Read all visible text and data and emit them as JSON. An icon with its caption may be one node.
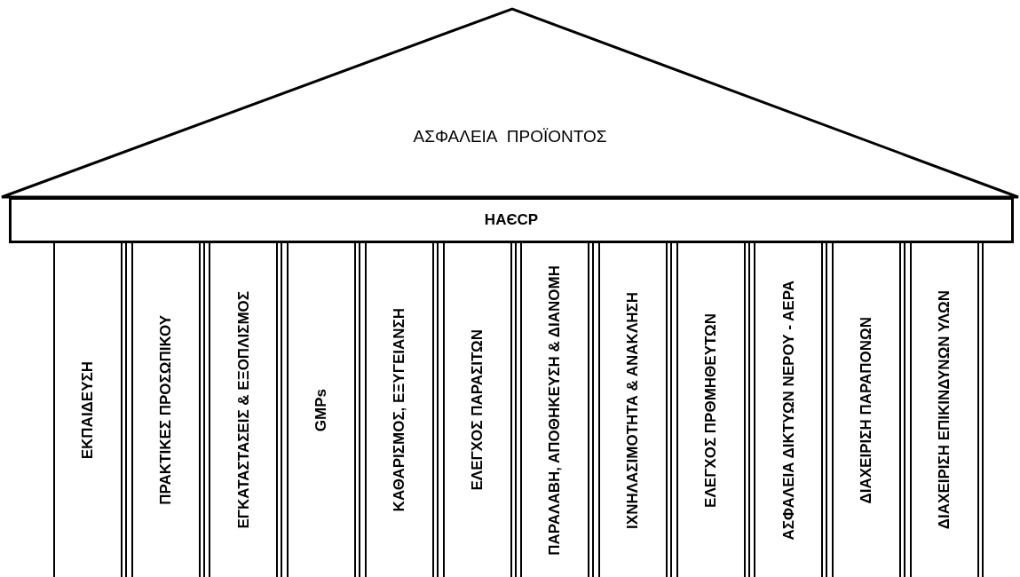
{
  "diagram": {
    "nodes": [
      {
        "text": [
          "ΑΣΦΑΛΕΙΑ ΠΡΟΪΟΝΤΟΣ"
        ]
      },
      {
        "text": [
          "ΗΑЄCP"
        ]
      },
      {
        "text": [
          "ΕΚΠΑΙΔΕΥΣΗ"
        ]
      },
      {
        "text": [
          "ΠΡΑΚΤΙΚΕΣ ΠΡΟΣΩΠΙΚΟΥ"
        ]
      },
      {
        "text": [
          "ΕΓΚΑΤΑΣΤΑΣΕΙΣ & ΕΞΟΠΛΙΣΜΟΣ"
        ]
      },
      {
        "text": [
          "GMPs"
        ]
      },
      {
        "text": [
          "ΚΑΘΑΡΙΣΜΟΣ, ΕΞΥΓΕΙΑΝΣΗ"
        ]
      },
      {
        "text": [
          "ΕΛΕΓΧΟΣ ΠΑΡΑΣΙΤΩΝ"
        ]
      },
      {
        "text": [
          "ΠΑΡΑΛΑΒΗ, ΑΠΟΘΗΚΕΥΣΗ & ΔΙΑΝΟΜΗ"
        ]
      },
      {
        "text": [
          "ΙΧΝΗΛΑΣΙΜΟΤΗΤΑ & ΑΝΑΚΛΗΣΗ"
        ]
      },
      {
        "text": [
          "ΕΛΕΓΧΟΣ ΠΡΘΜΗΘΕΥΤΩΝ"
        ]
      },
      {
        "text": [
          "ΑΣΦΑΛΕΙΑ ΔΙΚΤΥΩΝ ΝΕΡΟΥ - ΑΕΡΑ"
        ]
      },
      {
        "text": [
          "ΔΙΑΧΕΙΡΙΣΗ ΠΑΡΑΠΟΝΩΝ"
        ]
      },
      {
        "text": [
          "ΔΙΑΧΕΙΡΙΣΗ ΕΠΙΚΙΝΔΥΝΩΝ ΥΛΩΝ"
        ]
      }
    ]
  }
}
